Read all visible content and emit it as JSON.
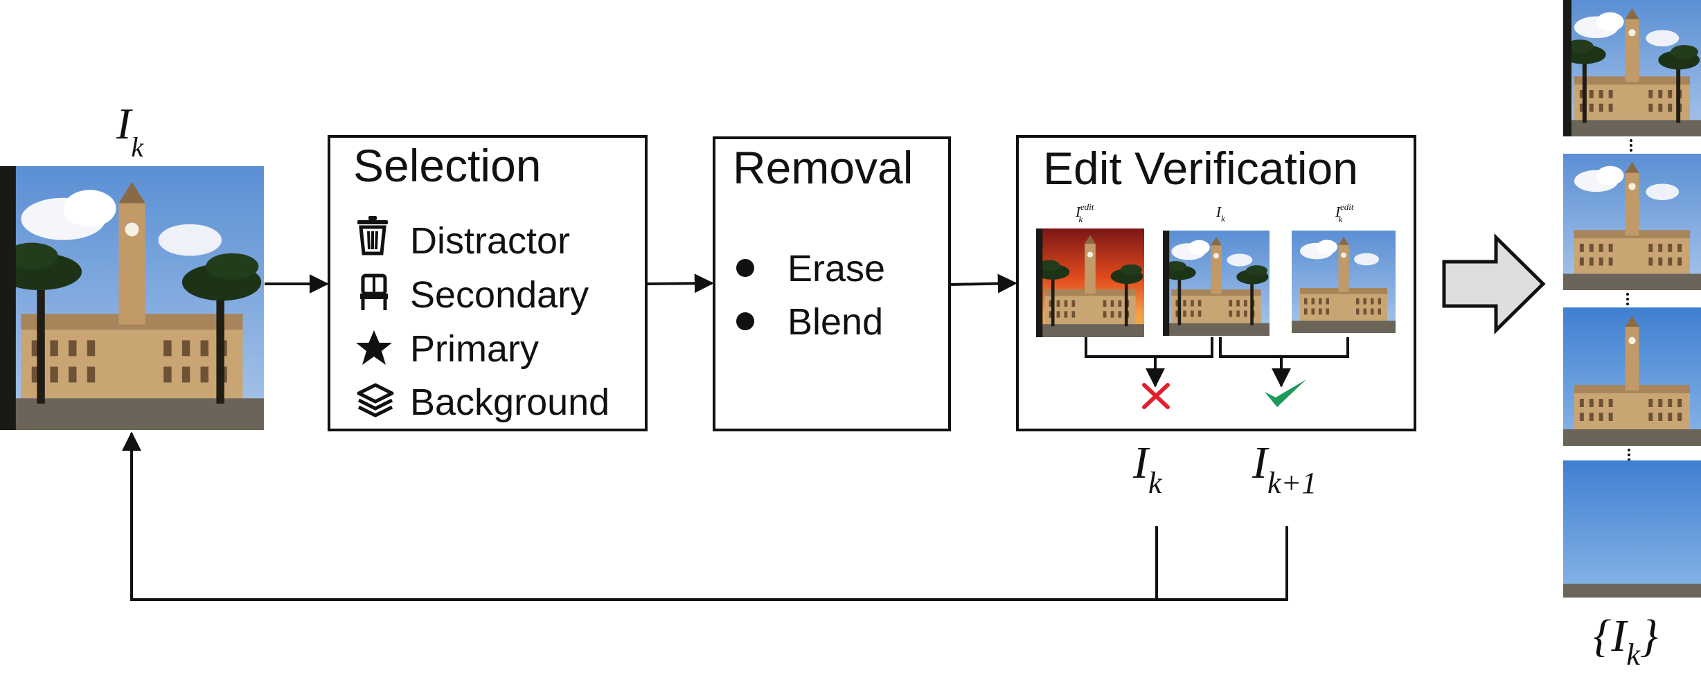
{
  "input_label": {
    "base": "I",
    "sub": "k"
  },
  "selection": {
    "title": "Selection",
    "items": [
      {
        "label": "Distractor",
        "icon": "trash-icon"
      },
      {
        "label": "Secondary",
        "icon": "chair-icon"
      },
      {
        "label": "Primary",
        "icon": "star-icon"
      },
      {
        "label": "Background",
        "icon": "layers-icon"
      }
    ]
  },
  "removal": {
    "title": "Removal",
    "items": [
      "Erase",
      "Blend"
    ]
  },
  "verification": {
    "title": "Edit Verification",
    "thumb_labels": [
      {
        "base": "I",
        "sub": "k",
        "sup": "edit"
      },
      {
        "base": "I",
        "sub": "k"
      },
      {
        "base": "I",
        "sub": "k",
        "sup": "edit"
      }
    ],
    "reject_color": "#e0202a",
    "accept_color": "#1e9a5a"
  },
  "outputs": [
    {
      "base": "I",
      "sub": "k"
    },
    {
      "base": "I",
      "sub": "k+1"
    }
  ],
  "result_set_label": {
    "open": "{",
    "base": "I",
    "sub": "k",
    "close": "}"
  },
  "colors": {
    "arrow_fill": "#dedede",
    "sky": "#6f9fd8",
    "building": "#c9a574"
  }
}
